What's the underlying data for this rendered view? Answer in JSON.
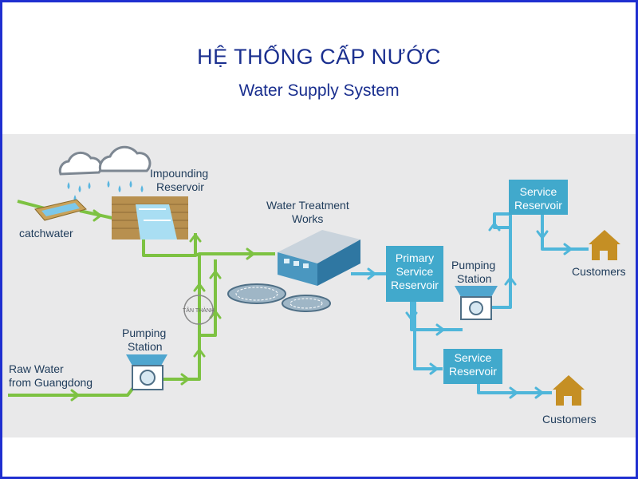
{
  "header": {
    "title": "HỆ THỐNG CẤP NƯỚC",
    "subtitle": "Water Supply System"
  },
  "labels": {
    "impounding_1": "Impounding",
    "impounding_2": "Reservoir",
    "catchwater": "catchwater",
    "wtw_1": "Water Treatment",
    "wtw_2": "Works",
    "pump_left_1": "Pumping",
    "pump_left_2": "Station",
    "raw_1": "Raw Water",
    "raw_2": "from Guangdong",
    "primary_1": "Primary",
    "primary_2": "Service",
    "primary_3": "Reservoir",
    "pump_right_1": "Pumping",
    "pump_right_2": "Station",
    "service_top_1": "Service",
    "service_top_2": "Reservoir",
    "service_bottom_1": "Service",
    "service_bottom_2": "Reservoir",
    "customers_top": "Customers",
    "customers_bottom": "Customers",
    "watermark": "TÂN THÀNH"
  },
  "colors": {
    "raw_flow": "#7dc242",
    "treated_flow": "#4fb6da",
    "box": "#41a9cc",
    "house": "#c58f24",
    "title": "#1a2f8f"
  }
}
